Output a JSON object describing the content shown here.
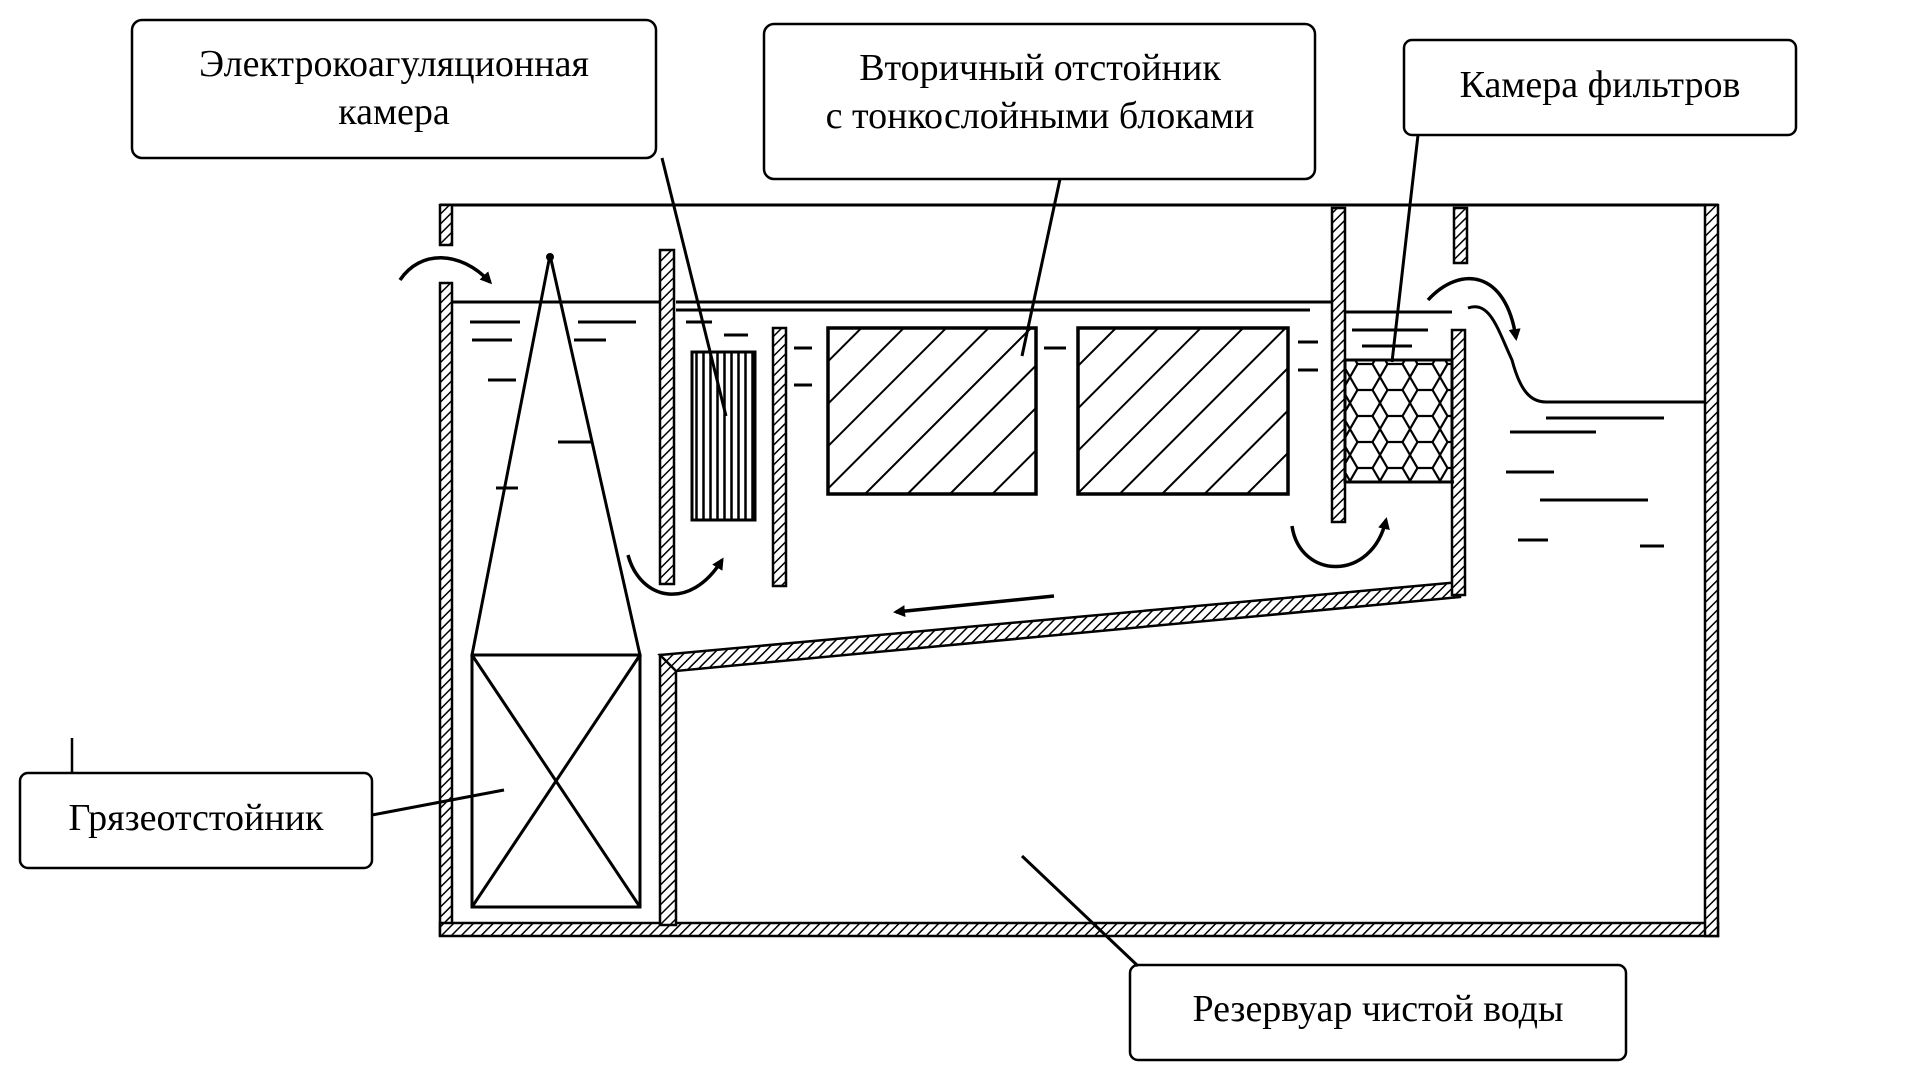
{
  "labels": {
    "electrocoagulation_line1": "Электрокоагуляционная",
    "electrocoagulation_line2": "камера",
    "secondary_settler_line1": "Вторичный отстойник",
    "secondary_settler_line2": "с тонкослойными блоками",
    "filter_chamber": "Камера фильтров",
    "mud_settler": "Грязеотстойник",
    "clean_water_tank": "Резервуар чистой воды"
  },
  "colors": {
    "ink": "#000000",
    "background": "#ffffff"
  }
}
